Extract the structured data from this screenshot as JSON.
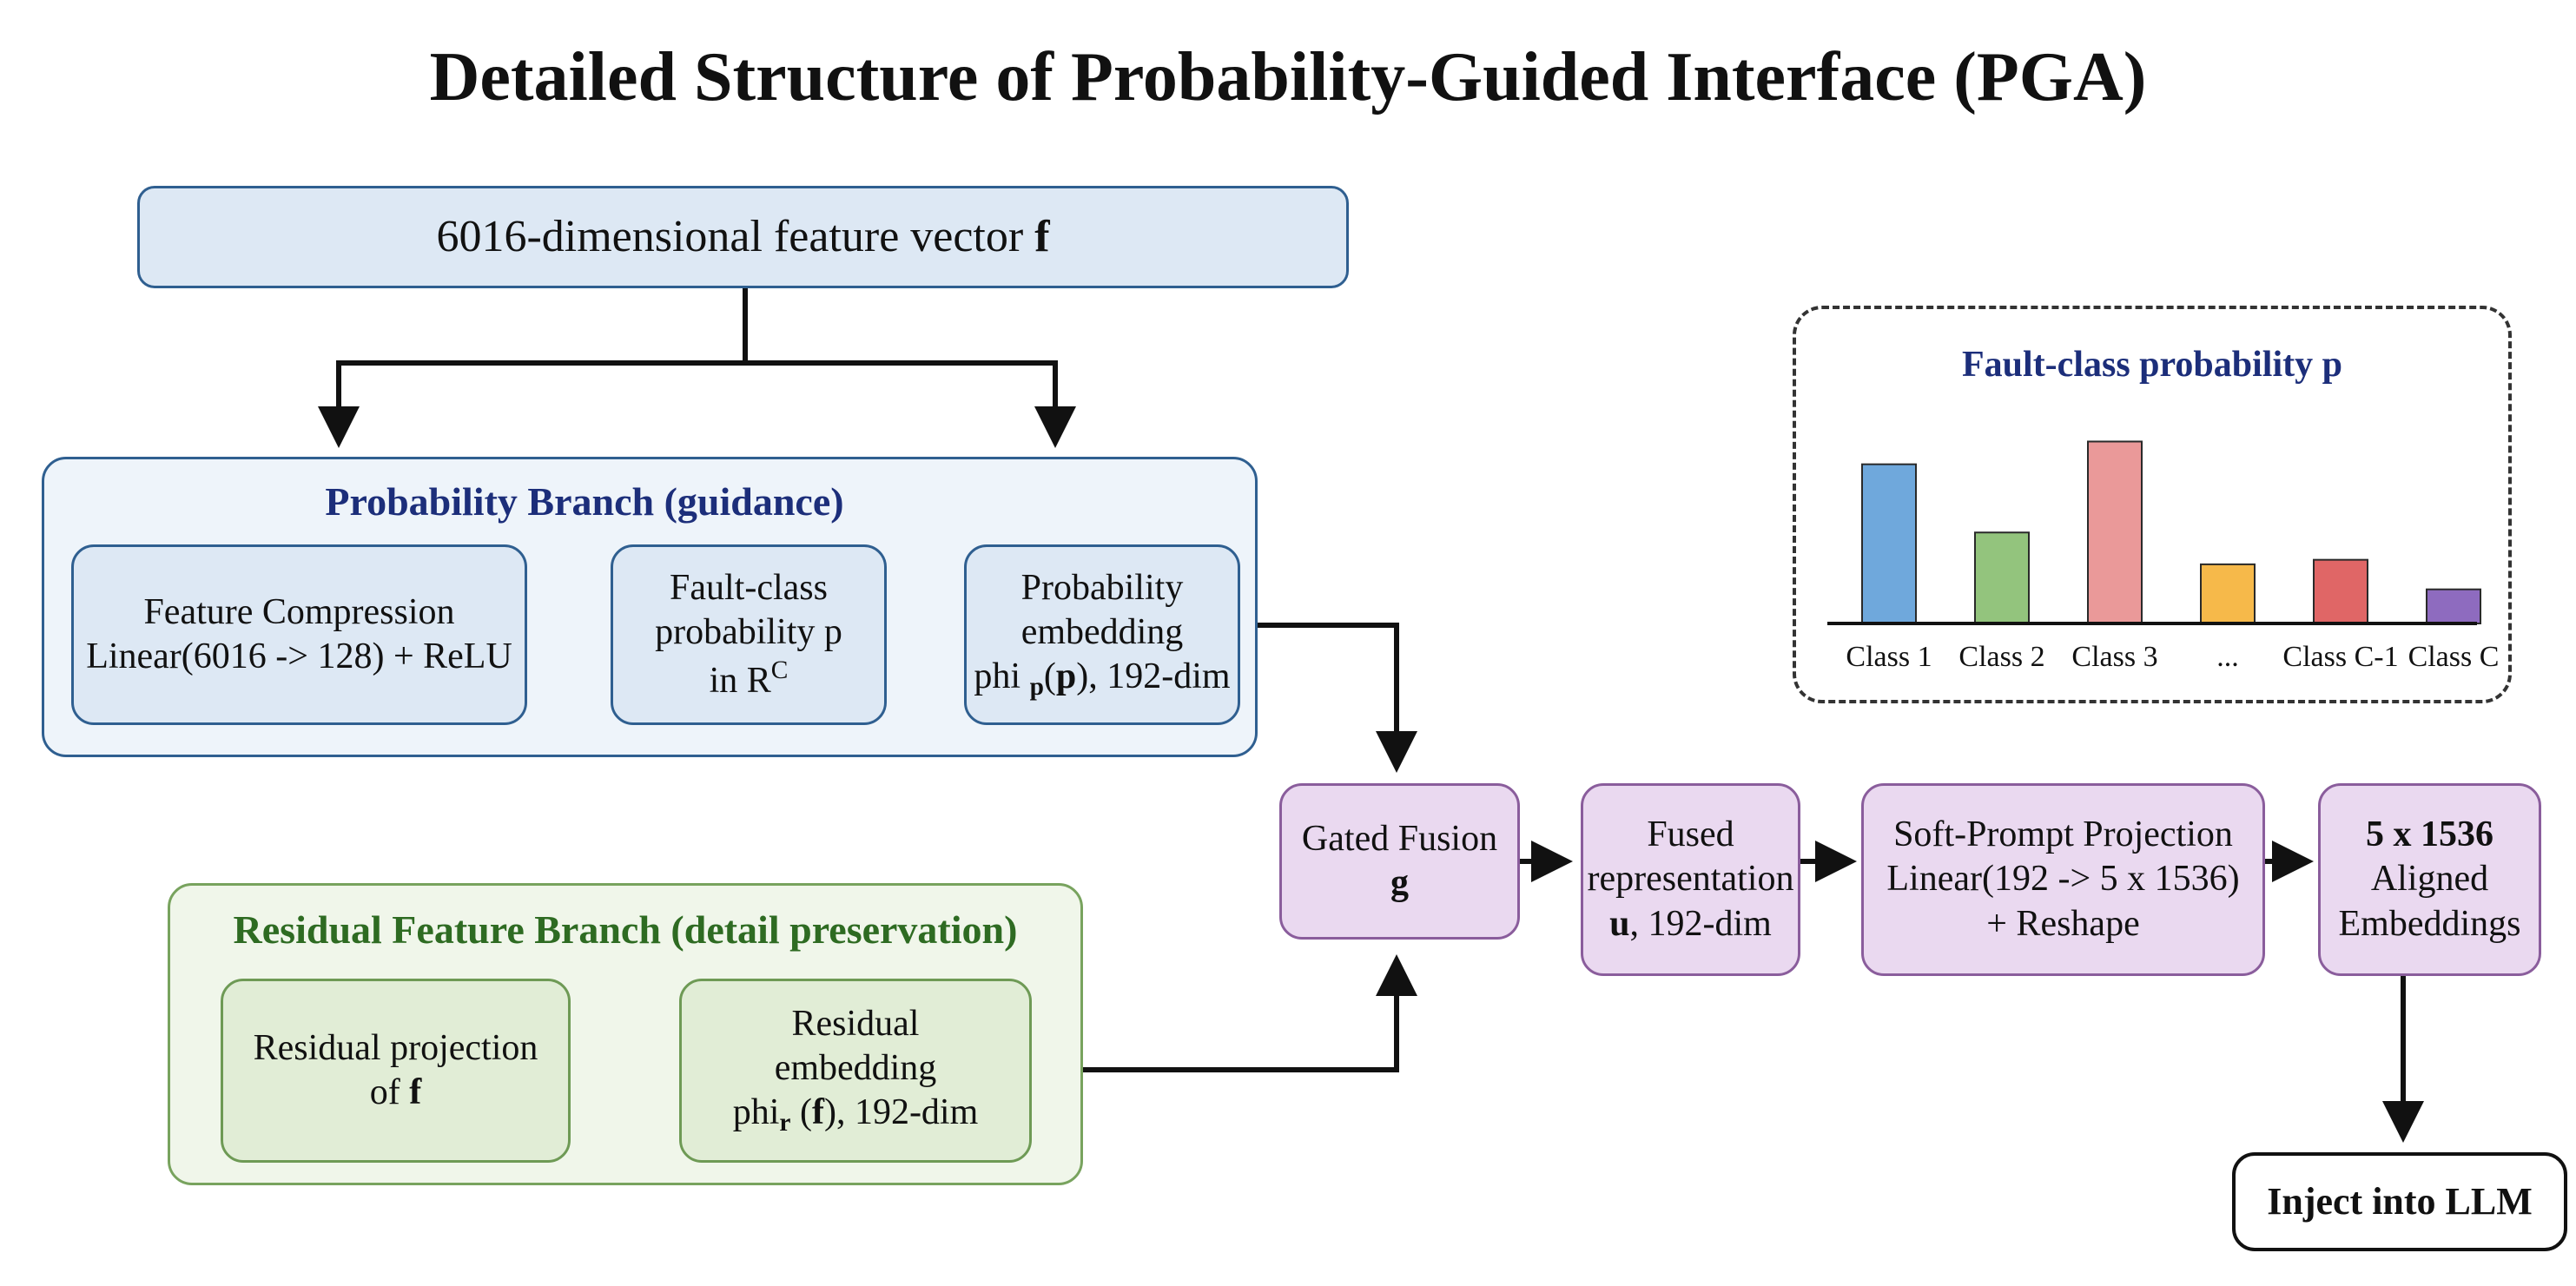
{
  "title": "Detailed Structure of Probability-Guided Interface (PGA)",
  "input": {
    "text": "6016-dimensional feature vector",
    "symbol": "f"
  },
  "prob_branch": {
    "title": "Probability Branch (guidance)",
    "compression": {
      "line1": "Feature Compression",
      "line2": "Linear(6016 -> 128) + ReLU"
    },
    "fault_prob": {
      "line1": "Fault-class",
      "line2": "probability p",
      "line3": "in R",
      "sup": "C"
    },
    "embedding": {
      "line1": "Probability",
      "line2": "embedding",
      "pre": "phi",
      "sub": "p",
      "arg": "p",
      "post": ", 192-dim"
    }
  },
  "res_branch": {
    "title": "Residual Feature Branch (detail preservation)",
    "projection": {
      "line1": "Residual projection",
      "line2": "of",
      "sym": "f"
    },
    "embedding": {
      "line1": "Residual",
      "line2": "embedding",
      "pre": "phi",
      "sub": "r",
      "arg": "f",
      "post": ", 192-dim"
    }
  },
  "gated": {
    "line1": "Gated Fusion",
    "line2": "g"
  },
  "fused": {
    "line1": "Fused",
    "line2": "representation",
    "sym": "u",
    "post": ", 192-dim"
  },
  "soft": {
    "line1": "Soft-Prompt Projection",
    "line2": "Linear(192 -> 5 x 1536)",
    "line3": "+ Reshape"
  },
  "aligned": {
    "line1": "5 x 1536",
    "line2": "Aligned",
    "line3": "Embeddings"
  },
  "inject": "Inject into LLM",
  "chart_data": {
    "type": "bar",
    "title": "Fault-class probability p",
    "categories": [
      "Class 1",
      "Class 2",
      "Class 3",
      "...",
      "Class C-1",
      "Class C"
    ],
    "values": [
      0.35,
      0.2,
      0.4,
      0.13,
      0.14,
      0.075
    ],
    "colors": [
      "#6fa8dc",
      "#93c47d",
      "#ea9999",
      "#f6b94a",
      "#e06666",
      "#8e6bbf"
    ],
    "ylim": [
      0,
      0.42
    ],
    "grid": false
  }
}
